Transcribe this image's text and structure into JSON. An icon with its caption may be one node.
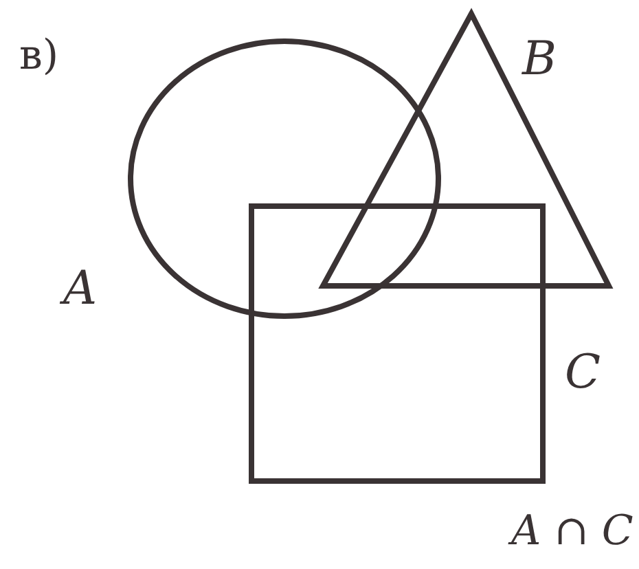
{
  "diagram": {
    "nodes": [
      {
        "text": [
          "A"
        ]
      },
      {
        "text": [
          "B"
        ]
      },
      {
        "text": [
          "C"
        ]
      }
    ],
    "edges": [],
    "labels": [
      "в)",
      "A ∩ C"
    ]
  }
}
